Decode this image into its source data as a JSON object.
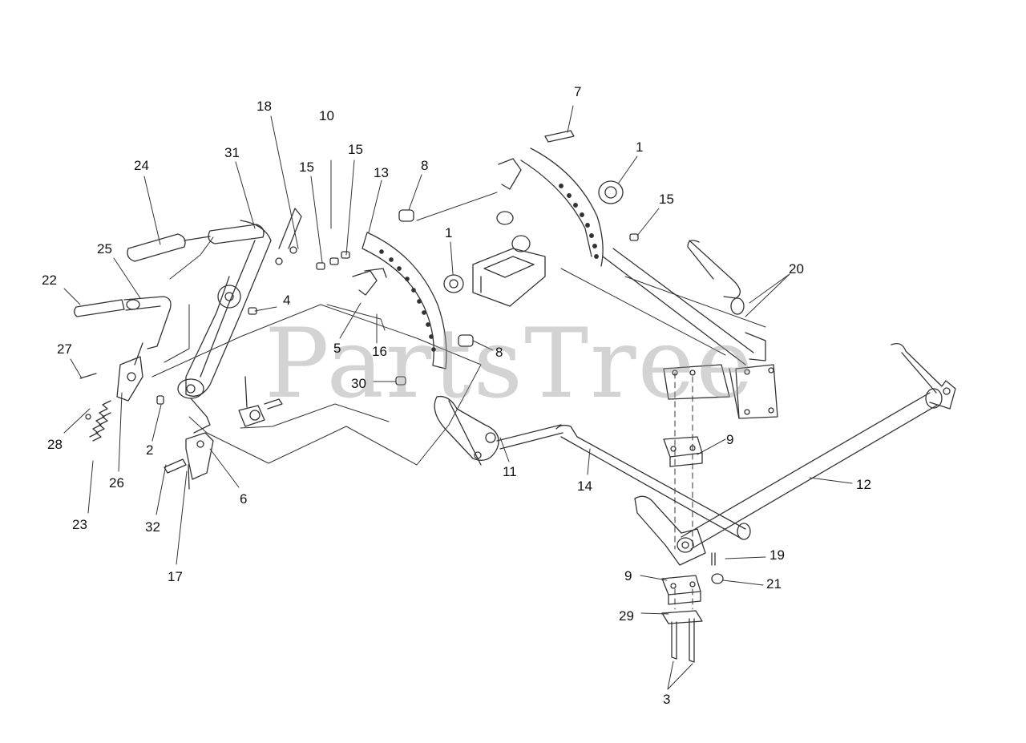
{
  "watermark": "PartsTree",
  "callouts": [
    "18",
    "10",
    "7",
    "1",
    "15",
    "15",
    "13",
    "8",
    "24",
    "31",
    "15",
    "1",
    "20",
    "25",
    "22",
    "4",
    "5",
    "16",
    "8",
    "27",
    "30",
    "28",
    "2",
    "26",
    "11",
    "9",
    "14",
    "12",
    "23",
    "32",
    "6",
    "17",
    "19",
    "9",
    "21",
    "29",
    "3"
  ]
}
